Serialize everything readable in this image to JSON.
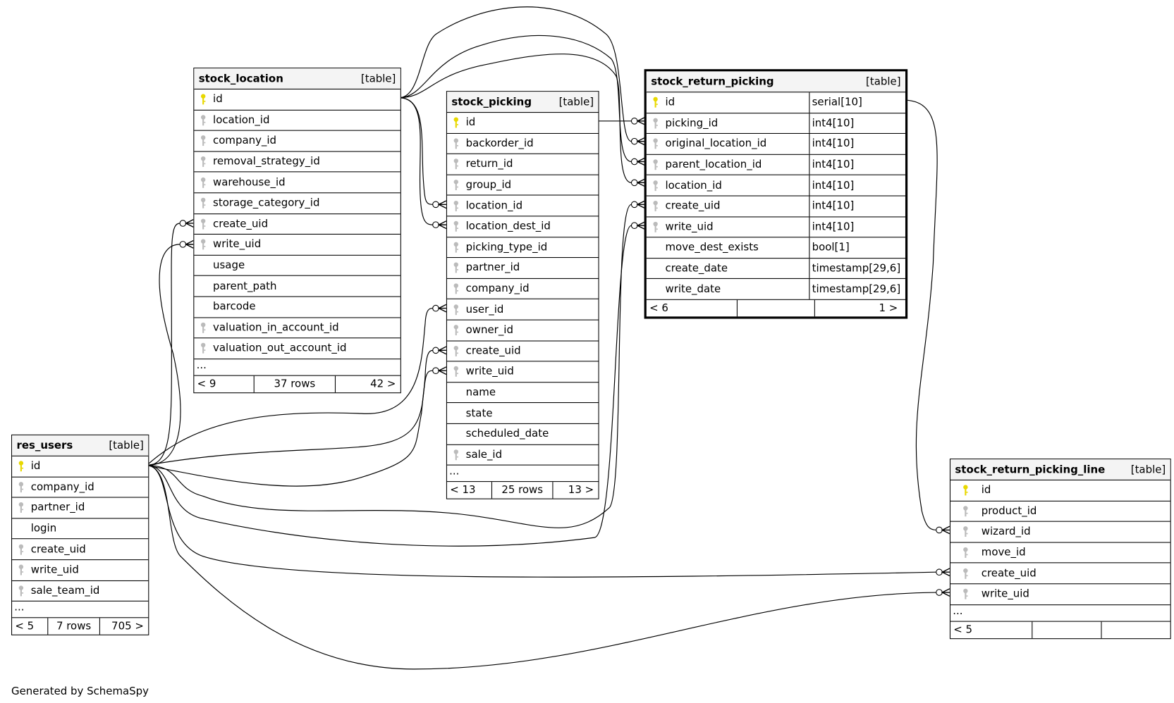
{
  "footer_text": "Generated by SchemaSpy",
  "colors": {
    "primary_key": "#e8d800",
    "foreign_key": "#bbbbbb",
    "header_bg": "#f4f4f4"
  },
  "tables": [
    {
      "id": "stock_location",
      "name": "stock_location",
      "kind": "[table]",
      "columns": [
        [
          "id",
          "pk"
        ],
        [
          "location_id",
          "fk"
        ],
        [
          "company_id",
          "fk"
        ],
        [
          "removal_strategy_id",
          "fk"
        ],
        [
          "warehouse_id",
          "fk"
        ],
        [
          "storage_category_id",
          "fk"
        ],
        [
          "create_uid",
          "fk"
        ],
        [
          "write_uid",
          "fk"
        ],
        [
          "usage",
          ""
        ],
        [
          "parent_path",
          ""
        ],
        [
          "barcode",
          ""
        ],
        [
          "valuation_in_account_id",
          "fk"
        ],
        [
          "valuation_out_account_id",
          "fk"
        ]
      ],
      "more": "...",
      "footer": [
        "< 9",
        "37 rows",
        "42 >"
      ]
    },
    {
      "id": "stock_picking",
      "name": "stock_picking",
      "kind": "[table]",
      "columns": [
        [
          "id",
          "pk"
        ],
        [
          "backorder_id",
          "fk"
        ],
        [
          "return_id",
          "fk"
        ],
        [
          "group_id",
          "fk"
        ],
        [
          "location_id",
          "fk"
        ],
        [
          "location_dest_id",
          "fk"
        ],
        [
          "picking_type_id",
          "fk"
        ],
        [
          "partner_id",
          "fk"
        ],
        [
          "company_id",
          "fk"
        ],
        [
          "user_id",
          "fk"
        ],
        [
          "owner_id",
          "fk"
        ],
        [
          "create_uid",
          "fk"
        ],
        [
          "write_uid",
          "fk"
        ],
        [
          "name",
          ""
        ],
        [
          "state",
          ""
        ],
        [
          "scheduled_date",
          ""
        ],
        [
          "sale_id",
          "fk"
        ]
      ],
      "more": "...",
      "footer": [
        "< 13",
        "25 rows",
        "13 >"
      ]
    },
    {
      "id": "stock_return_picking",
      "name": "stock_return_picking",
      "kind": "[table]",
      "columns": [
        [
          "id",
          "pk",
          "serial[10]"
        ],
        [
          "picking_id",
          "fk",
          "int4[10]"
        ],
        [
          "original_location_id",
          "fk",
          "int4[10]"
        ],
        [
          "parent_location_id",
          "fk",
          "int4[10]"
        ],
        [
          "location_id",
          "fk",
          "int4[10]"
        ],
        [
          "create_uid",
          "fk",
          "int4[10]"
        ],
        [
          "write_uid",
          "fk",
          "int4[10]"
        ],
        [
          "move_dest_exists",
          "",
          "bool[1]"
        ],
        [
          "create_date",
          "",
          "timestamp[29,6]"
        ],
        [
          "write_date",
          "",
          "timestamp[29,6]"
        ]
      ],
      "footer": [
        "< 6",
        "",
        "1 >"
      ]
    },
    {
      "id": "res_users",
      "name": "res_users",
      "kind": "[table]",
      "columns": [
        [
          "id",
          "pk"
        ],
        [
          "company_id",
          "fk"
        ],
        [
          "partner_id",
          "fk"
        ],
        [
          "login",
          ""
        ],
        [
          "create_uid",
          "fk"
        ],
        [
          "write_uid",
          "fk"
        ],
        [
          "sale_team_id",
          "fk"
        ]
      ],
      "more": "...",
      "footer": [
        "< 5",
        "7 rows",
        "705 >"
      ]
    },
    {
      "id": "stock_return_picking_line",
      "name": "stock_return_picking_line",
      "kind": "[table]",
      "columns": [
        [
          "id",
          "pk"
        ],
        [
          "product_id",
          "fk"
        ],
        [
          "wizard_id",
          "fk"
        ],
        [
          "move_id",
          "fk"
        ],
        [
          "create_uid",
          "fk"
        ],
        [
          "write_uid",
          "fk"
        ]
      ],
      "more": "...",
      "footer": [
        "< 5",
        "",
        ""
      ]
    }
  ]
}
